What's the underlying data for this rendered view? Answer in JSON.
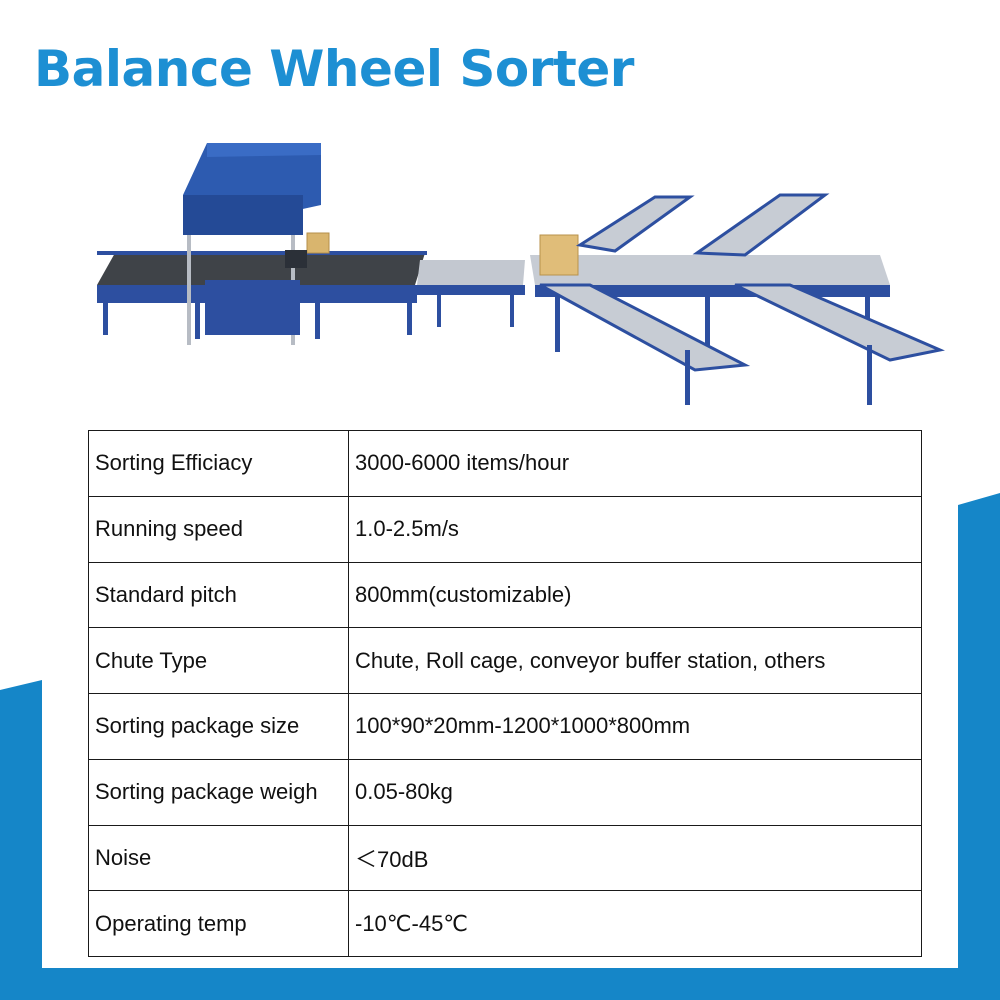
{
  "title": "Balance Wheel Sorter",
  "colors": {
    "title": "#1d8fd3",
    "accent_blue": "#1586c8",
    "machine_blue": "#2d4fa0",
    "box": "#e0bd79"
  },
  "image": {
    "icon": "balance-wheel-sorter-machine-illustration"
  },
  "specs": [
    {
      "label": "Sorting Efficiacy",
      "value": "3000-6000 items/hour"
    },
    {
      "label": "Running speed",
      "value": "1.0-2.5m/s"
    },
    {
      "label": "Standard pitch",
      "value": "800mm(customizable)"
    },
    {
      "label": "Chute Type",
      "value": "Chute, Roll cage, conveyor buffer station, others"
    },
    {
      "label": "Sorting package size",
      "value": "100*90*20mm-1200*1000*800mm"
    },
    {
      "label": "Sorting package weigh",
      "value": "0.05-80kg"
    },
    {
      "label": "Noise",
      "value": "＜70dB"
    },
    {
      "label": "Operating temp",
      "value": "-10℃-45℃"
    }
  ]
}
